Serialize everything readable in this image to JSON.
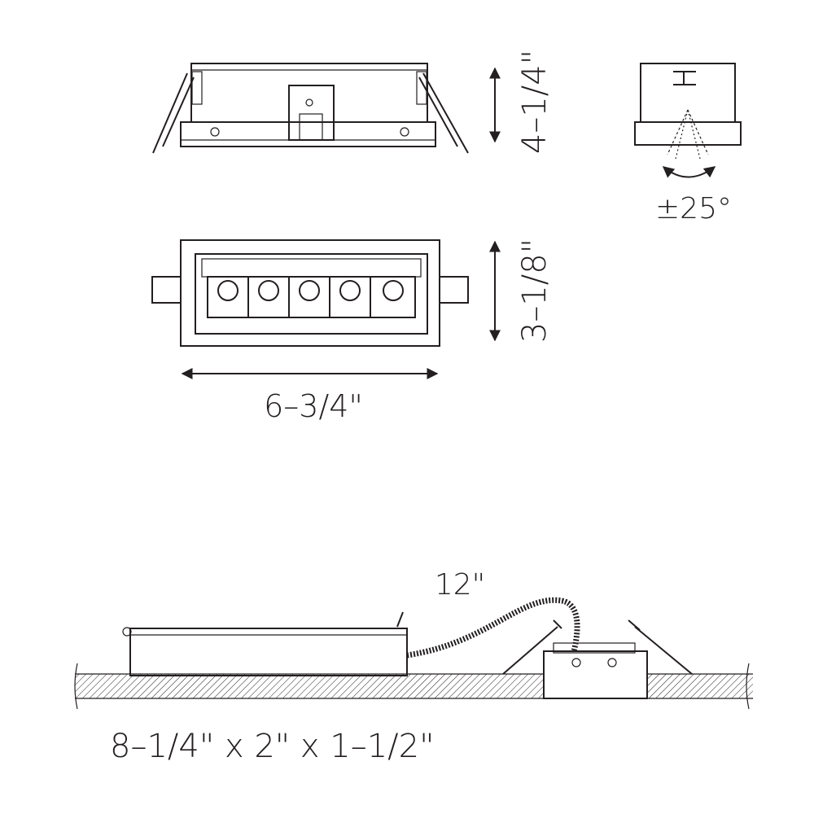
{
  "dimensions": {
    "height_side": "4–1/4\"",
    "tilt_angle": "±25°",
    "height_front": "3–1/8\"",
    "width_front": "6–3/4\"",
    "cable_length": "12\"",
    "driver_box": "8–1/4\" x 2\" x 1–1/2\""
  },
  "colors": {
    "line": "#231f20",
    "background": "#ffffff"
  }
}
